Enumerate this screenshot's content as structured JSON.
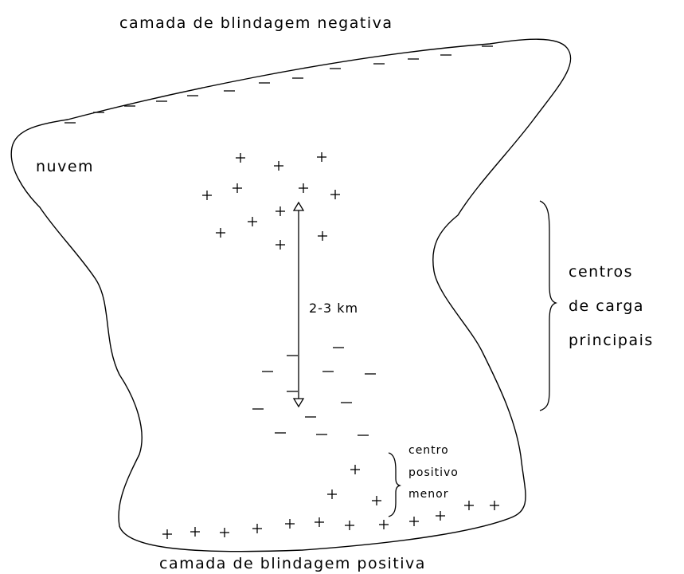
{
  "labels": {
    "top_layer": "camada de blindagem negativa",
    "bottom_layer": "camada de blindagem positiva",
    "cloud": "nuvem",
    "distance": "2-3 km",
    "main_centers": [
      "centros",
      "de carga",
      "principais"
    ],
    "minor_center": [
      "centro",
      "positivo",
      "menor"
    ]
  },
  "symbols": {
    "positive": "+",
    "negative": "–"
  },
  "colors": {
    "stroke": "#000000",
    "background": "#ffffff"
  }
}
